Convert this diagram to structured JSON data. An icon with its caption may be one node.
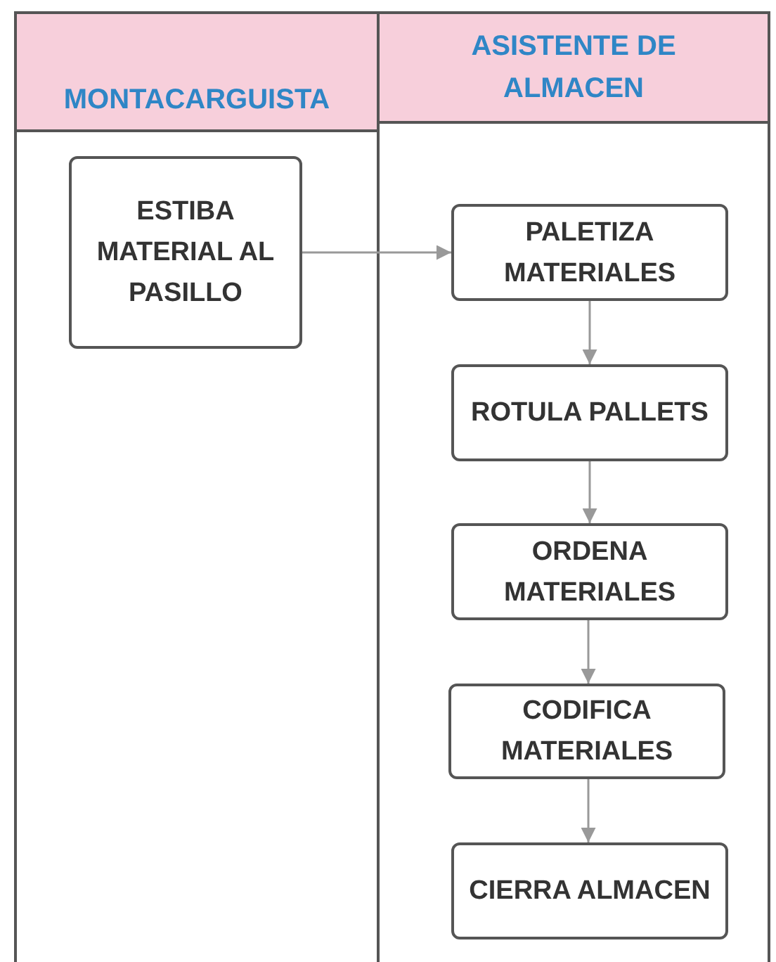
{
  "diagram": {
    "nodes": [
      {
        "text": [
          "MONTACARGUISTA"
        ]
      },
      {
        "text": [
          "ASISTENTE DE ALMACEN"
        ]
      },
      {
        "text": [
          "ESTIBA MATERIAL AL PASILLO"
        ],
        "in": 0
      },
      {
        "text": [
          "PALETIZA MATERIALES"
        ],
        "in": 1
      },
      {
        "text": [
          "ROTULA PALLETS"
        ],
        "in": 1
      },
      {
        "text": [
          "ORDENA MATERIALES"
        ],
        "in": 1
      },
      {
        "text": [
          "CODIFICA MATERIALES"
        ],
        "in": 1
      },
      {
        "text": [
          "CIERRA ALMACEN"
        ],
        "in": 1
      }
    ],
    "edges": [
      {
        "from": 2,
        "to": 3,
        "arrow": "to"
      },
      {
        "from": 3,
        "to": 4,
        "arrow": "to"
      },
      {
        "from": 4,
        "to": 5,
        "arrow": "to"
      },
      {
        "from": 5,
        "to": 6,
        "arrow": "to"
      },
      {
        "from": 6,
        "to": 7,
        "arrow": "to"
      }
    ]
  }
}
